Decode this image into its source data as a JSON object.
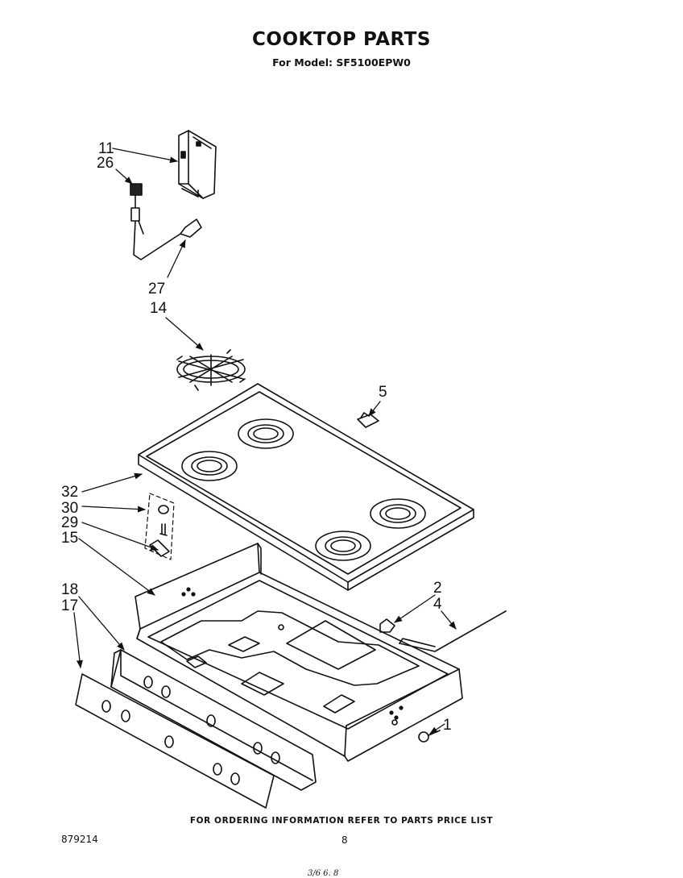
{
  "header": {
    "title": "COOKTOP PARTS",
    "subtitle": "For Model: SF5100EPW0"
  },
  "callouts": {
    "c11": "11",
    "c26": "26",
    "c27": "27",
    "c14": "14",
    "c5": "5",
    "c32": "32",
    "c30": "30",
    "c29": "29",
    "c15": "15",
    "c18": "18",
    "c17": "17",
    "c2": "2",
    "c4": "4",
    "c1": "1"
  },
  "footer": {
    "ordering_note": "FOR ORDERING INFORMATION REFER TO PARTS PRICE LIST",
    "document_number": "879214",
    "page_number": "8",
    "bottom_mark": "3/6 6. 8"
  }
}
